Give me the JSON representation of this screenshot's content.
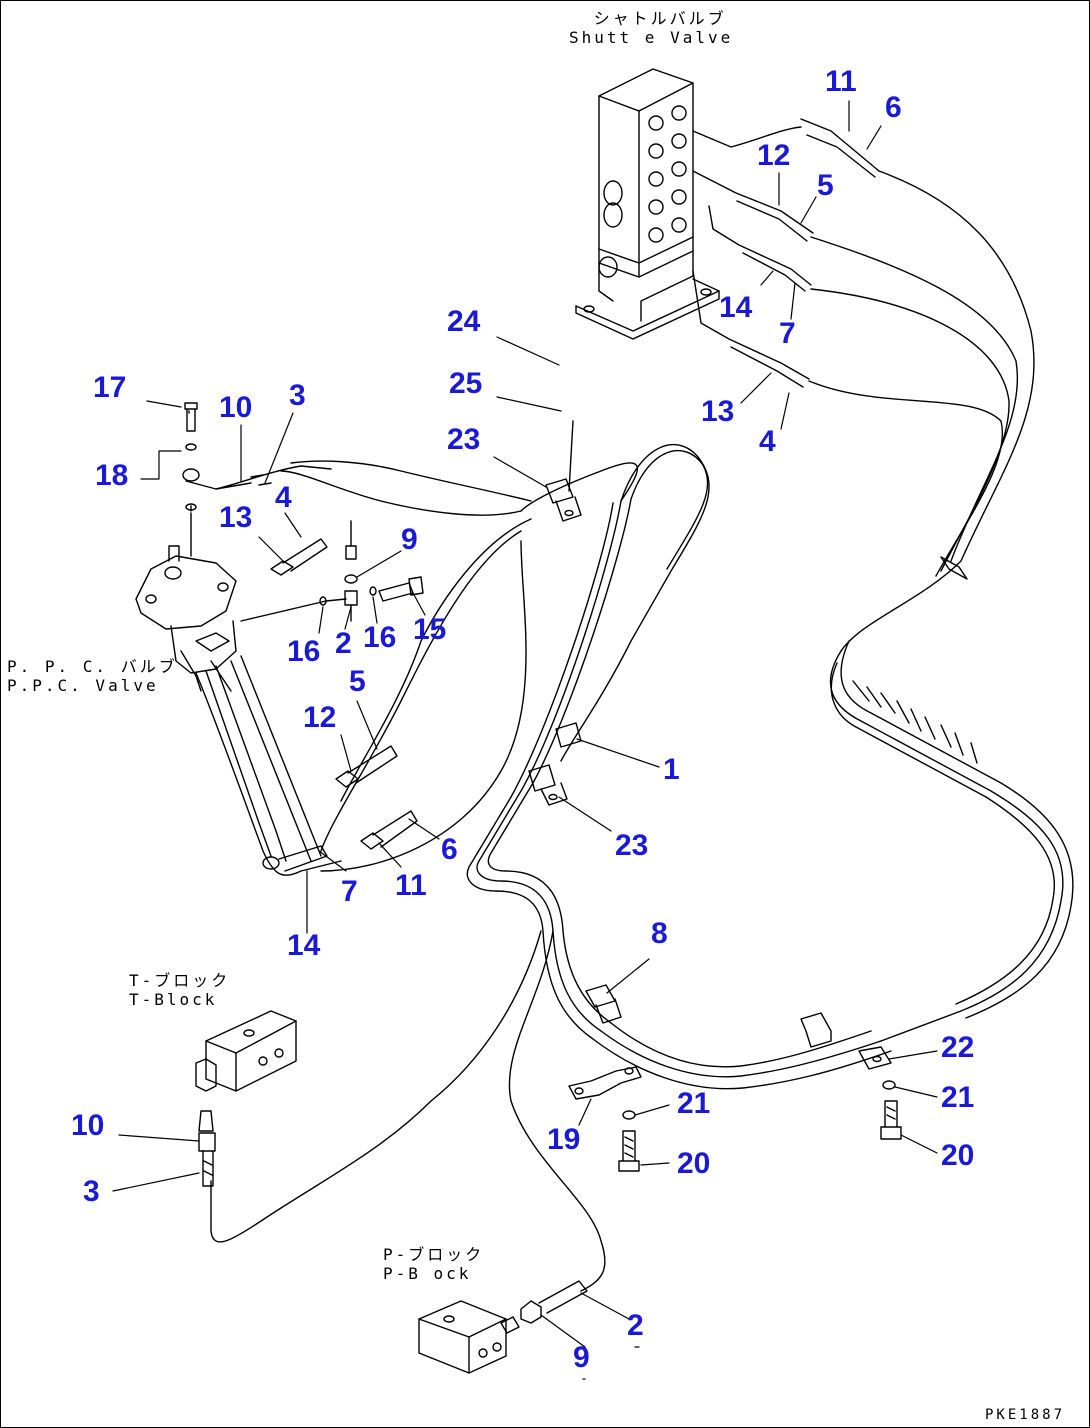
{
  "drawing_code": "PKE1887",
  "components": [
    {
      "id": "shuttle-valve",
      "label_jp": "シャトルバルブ",
      "label_en": "Shutt e Valve"
    },
    {
      "id": "ppc-valve",
      "label_jp": "P. P. C. バルブ",
      "label_en": "P.P.C. Valve"
    },
    {
      "id": "t-block",
      "label_jp": "T-ブロック",
      "label_en": "T-Block"
    },
    {
      "id": "p-block",
      "label_jp": "P-ブロック",
      "label_en": "P-B ock"
    }
  ],
  "callouts": [
    {
      "id": "c11a",
      "text": "11"
    },
    {
      "id": "c6a",
      "text": "6"
    },
    {
      "id": "c12a",
      "text": "12"
    },
    {
      "id": "c5a",
      "text": "5"
    },
    {
      "id": "c14a",
      "text": "14"
    },
    {
      "id": "c7a",
      "text": "7"
    },
    {
      "id": "c13a",
      "text": "13"
    },
    {
      "id": "c4a",
      "text": "4"
    },
    {
      "id": "c24",
      "text": "24"
    },
    {
      "id": "c25",
      "text": "25"
    },
    {
      "id": "c23a",
      "text": "23"
    },
    {
      "id": "c17",
      "text": "17"
    },
    {
      "id": "c10a",
      "text": "10"
    },
    {
      "id": "c3a",
      "text": "3"
    },
    {
      "id": "c18",
      "text": "18"
    },
    {
      "id": "c4b",
      "text": "4"
    },
    {
      "id": "c13b",
      "text": "13"
    },
    {
      "id": "c9a",
      "text": "9"
    },
    {
      "id": "c16a",
      "text": "16"
    },
    {
      "id": "c2a",
      "text": "2"
    },
    {
      "id": "c16b",
      "text": "16"
    },
    {
      "id": "c15",
      "text": "15"
    },
    {
      "id": "c5b",
      "text": "5"
    },
    {
      "id": "c12b",
      "text": "12"
    },
    {
      "id": "c1",
      "text": "1"
    },
    {
      "id": "c23b",
      "text": "23"
    },
    {
      "id": "c6b",
      "text": "6"
    },
    {
      "id": "c7b",
      "text": "7"
    },
    {
      "id": "c11b",
      "text": "11"
    },
    {
      "id": "c14b",
      "text": "14"
    },
    {
      "id": "c8",
      "text": "8"
    },
    {
      "id": "c22",
      "text": "22"
    },
    {
      "id": "c21a",
      "text": "21"
    },
    {
      "id": "c21b",
      "text": "21"
    },
    {
      "id": "c19",
      "text": "19"
    },
    {
      "id": "c20a",
      "text": "20"
    },
    {
      "id": "c20b",
      "text": "20"
    },
    {
      "id": "c10b",
      "text": "10"
    },
    {
      "id": "c3b",
      "text": "3"
    },
    {
      "id": "c2b",
      "text": "2"
    },
    {
      "id": "c9b",
      "text": "9"
    }
  ],
  "colors": {
    "callout": "#1a1ad6",
    "line": "#000000",
    "background": "#ffffff"
  }
}
